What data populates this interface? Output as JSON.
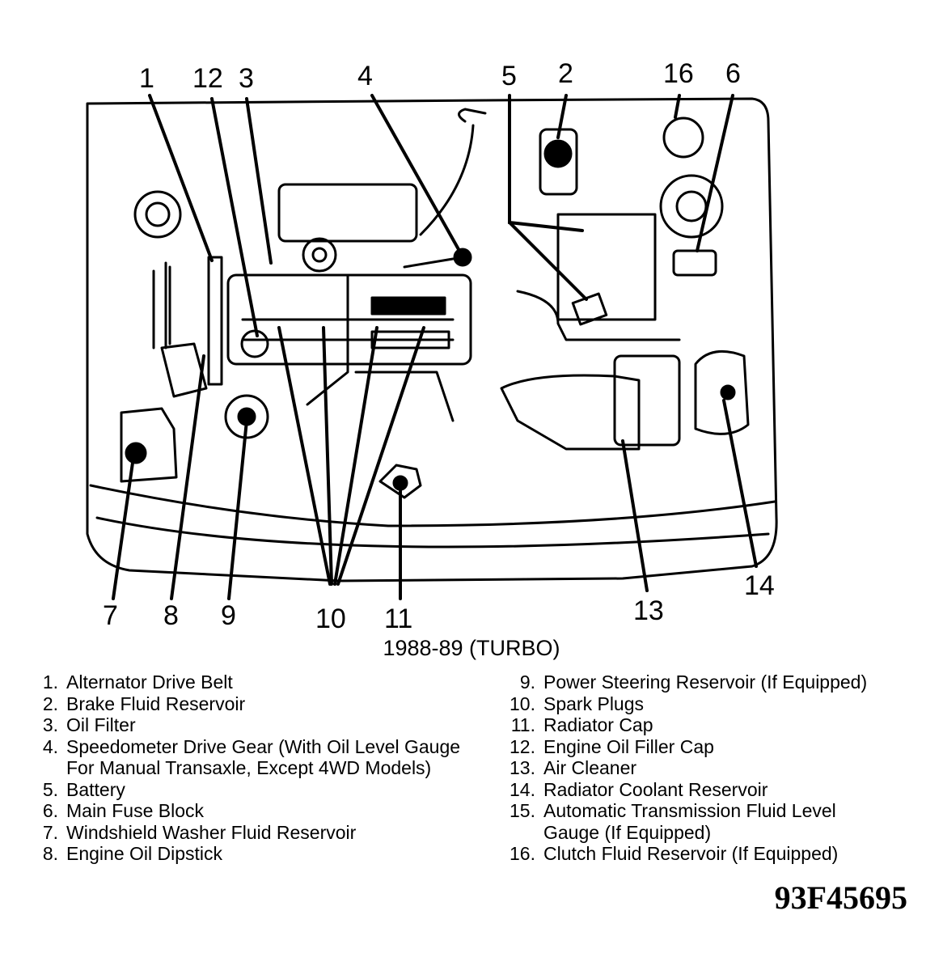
{
  "caption": "1988-89 (TURBO)",
  "figure_code": "93F45695",
  "callouts": [
    "1",
    "12",
    "3",
    "4",
    "5",
    "2",
    "16",
    "6",
    "7",
    "8",
    "9",
    "10",
    "11",
    "13",
    "14"
  ],
  "legend_left": [
    {
      "num": "1.",
      "text": "Alternator Drive Belt"
    },
    {
      "num": "2.",
      "text": "Brake Fluid Reservoir"
    },
    {
      "num": "3.",
      "text": "Oil Filter"
    },
    {
      "num": "4.",
      "text": "Speedometer Drive Gear (With Oil Level Gauge\nFor Manual Transaxle, Except 4WD Models)"
    },
    {
      "num": "5.",
      "text": "Battery"
    },
    {
      "num": "6.",
      "text": "Main Fuse Block"
    },
    {
      "num": "7.",
      "text": "Windshield Washer Fluid Reservoir"
    },
    {
      "num": "8.",
      "text": "Engine Oil Dipstick"
    }
  ],
  "legend_right": [
    {
      "num": "9.",
      "text": "Power Steering Reservoir (If Equipped)"
    },
    {
      "num": "10.",
      "text": "Spark Plugs"
    },
    {
      "num": "11.",
      "text": "Radiator Cap"
    },
    {
      "num": "12.",
      "text": "Engine Oil Filler Cap"
    },
    {
      "num": "13.",
      "text": "Air Cleaner"
    },
    {
      "num": "14.",
      "text": "Radiator Coolant Reservoir"
    },
    {
      "num": "15.",
      "text": "Automatic Transmission Fluid Level\nGauge (If Equipped)"
    },
    {
      "num": "16.",
      "text": "Clutch Fluid Reservoir (If Equipped)"
    }
  ]
}
